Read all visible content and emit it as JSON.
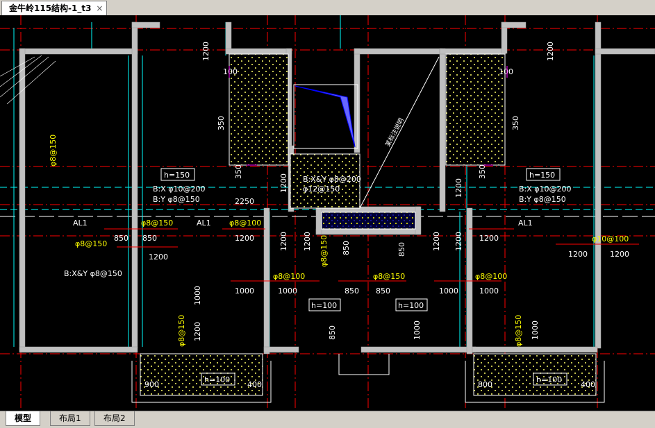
{
  "document_tab": {
    "title": "金牛岭115结构-1_t3",
    "close": "×"
  },
  "layout_tabs": [
    {
      "label": "模型",
      "active": true
    },
    {
      "label": "布局1",
      "active": false
    },
    {
      "label": "布局2",
      "active": false
    }
  ],
  "drawing": {
    "dims_top": [
      "1200",
      "1200"
    ],
    "dims_100": [
      "100",
      "100"
    ],
    "dims_350": [
      "350",
      "350",
      "350",
      "350"
    ],
    "dims_1200_v": [
      "1200",
      "1200",
      "1200",
      "1200",
      "1200",
      "1200",
      "1200",
      "1000",
      "1000"
    ],
    "h150_left": "h=150",
    "h150_right": "h=150",
    "h100_a": "h=100",
    "h100_b": "h=100",
    "h100_c": "h=100",
    "h100_d": "h=100",
    "bx_left": "B:X  φ10@200",
    "by_left": "B:Y  φ8@150",
    "bx_right": "B:X  φ10@200",
    "by_right": "B:Y  φ8@150",
    "bxy_center": "B:X&Y φ8@200",
    "center_phi": "φ12@150",
    "dim_2250": "2250",
    "al1_a": "AL1",
    "al1_b": "AL1",
    "al1_c": "AL1",
    "rebar_150_left": "φ8@150",
    "rebar_8100_a": "φ8@100",
    "rebar_8150_b": "φ8@150",
    "rebar_8100_c": "φ8@100",
    "rebar_8150_d": "φ8@150",
    "rebar_8100_e": "φ8@100",
    "rebar_10100": "φ10@100",
    "rebar_v_left": "φ8@150",
    "rebar_v_mid": "φ8@150",
    "rebar_v_low_l": "φ8@150",
    "rebar_v_low_r": "φ8@150",
    "bxy_left": "B:X&Y φ8@150",
    "overlap_label": "φ8@150",
    "dims_850": [
      "850",
      "850",
      "850",
      "850",
      "850",
      "850",
      "850"
    ],
    "dims_1200_h": [
      "1200",
      "1200",
      "1200",
      "1200",
      "1200"
    ],
    "dims_1000": [
      "1000",
      "1000",
      "1000",
      "1000"
    ],
    "dim_900": "900",
    "dim_400_l": "400",
    "dim_800": "800",
    "dim_400_r": "400",
    "diag_label": "某标注说明"
  },
  "colors": {
    "bg": "#000000",
    "axis": "#ff0000",
    "wall_fill": "#c0c0c0",
    "cyan": "#00ffff",
    "dim": "#ffffff",
    "dimline": "#ff0000",
    "yellow": "#ffff00",
    "magenta": "#ff00ff",
    "blue": "#0000ff"
  }
}
